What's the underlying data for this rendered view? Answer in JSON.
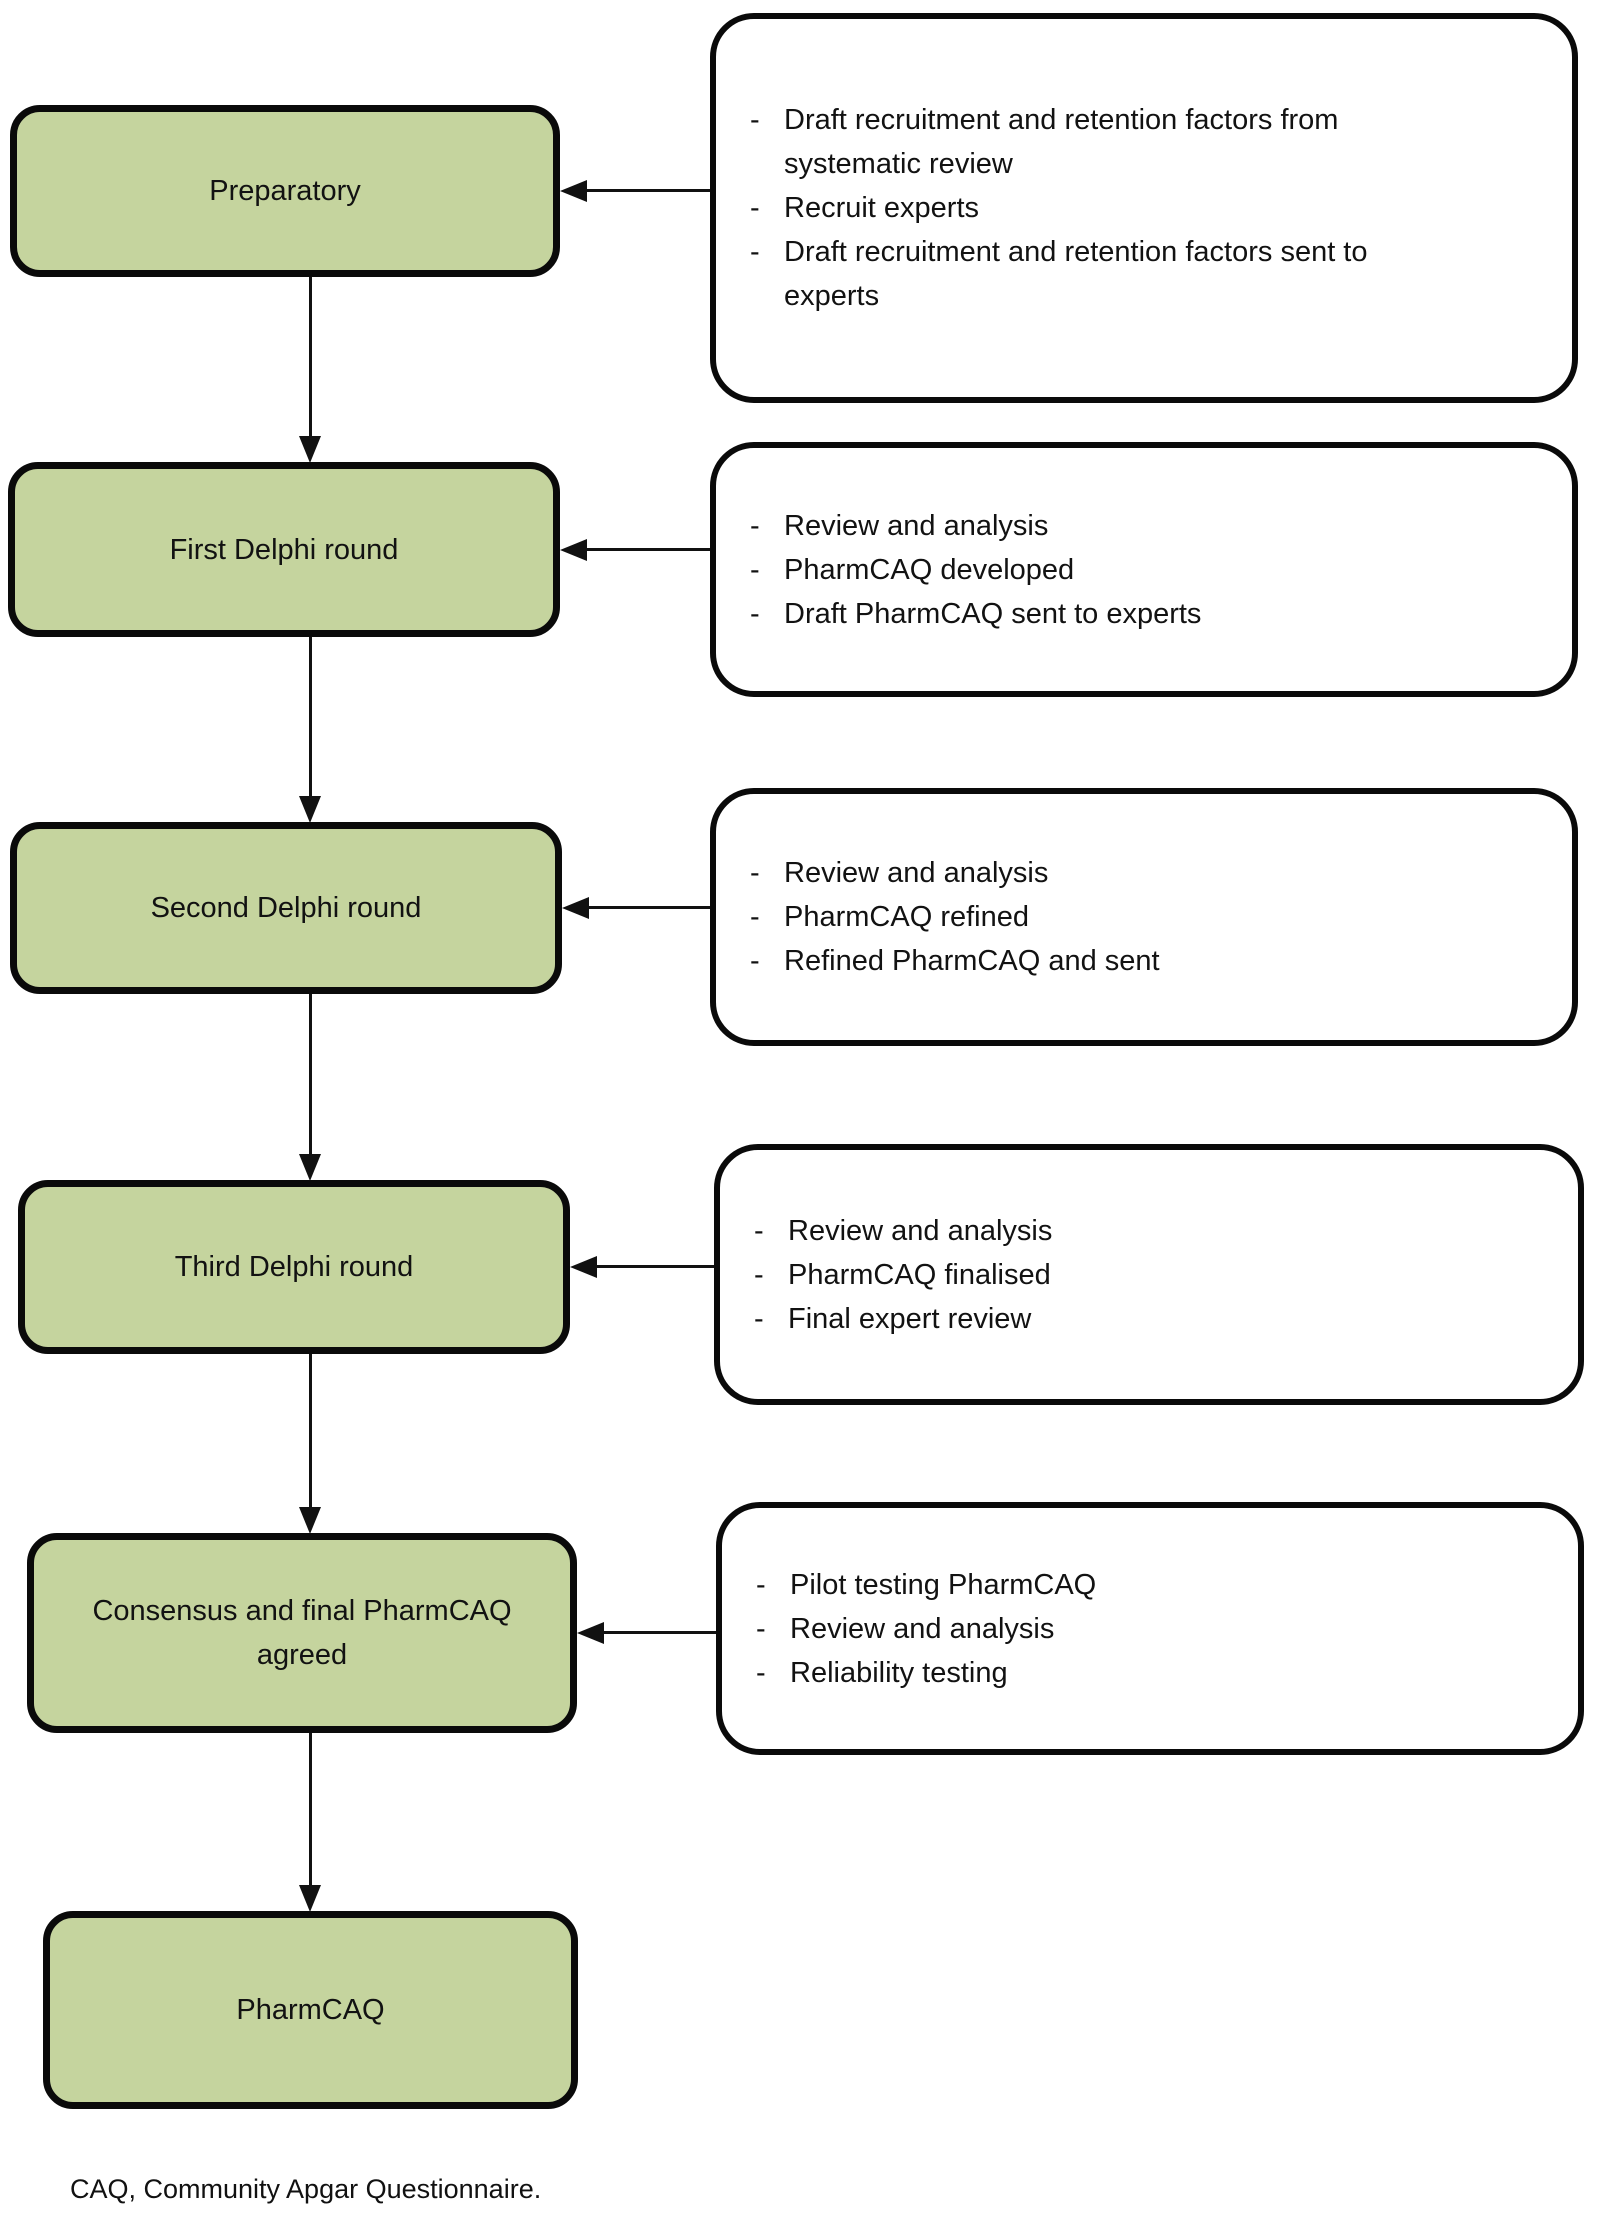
{
  "diagram": {
    "bullet_marker": "-",
    "footnote": "CAQ, Community Apgar Questionnaire.",
    "colors": {
      "stage_fill": "#c5d49e",
      "stage_border": "#0a0a0a",
      "note_fill": "#ffffff",
      "note_border": "#0a0a0a",
      "connector": "#111111"
    },
    "stages": [
      {
        "label": "Preparatory",
        "bullets": [
          "Draft recruitment and retention factors from systematic review",
          "Recruit experts",
          "Draft recruitment and retention factors sent to experts"
        ]
      },
      {
        "label": "First Delphi round",
        "bullets": [
          "Review and analysis",
          "PharmCAQ developed",
          "Draft PharmCAQ sent to experts"
        ]
      },
      {
        "label": "Second Delphi round",
        "bullets": [
          "Review and analysis",
          "PharmCAQ refined",
          "Refined PharmCAQ and sent"
        ]
      },
      {
        "label": "Third Delphi round",
        "bullets": [
          "Review and analysis",
          "PharmCAQ finalised",
          "Final expert review"
        ]
      },
      {
        "label": "Consensus and final PharmCAQ agreed",
        "bullets": [
          "Pilot testing PharmCAQ",
          "Review and analysis",
          "Reliability testing"
        ]
      },
      {
        "label": "PharmCAQ",
        "bullets": []
      }
    ]
  }
}
